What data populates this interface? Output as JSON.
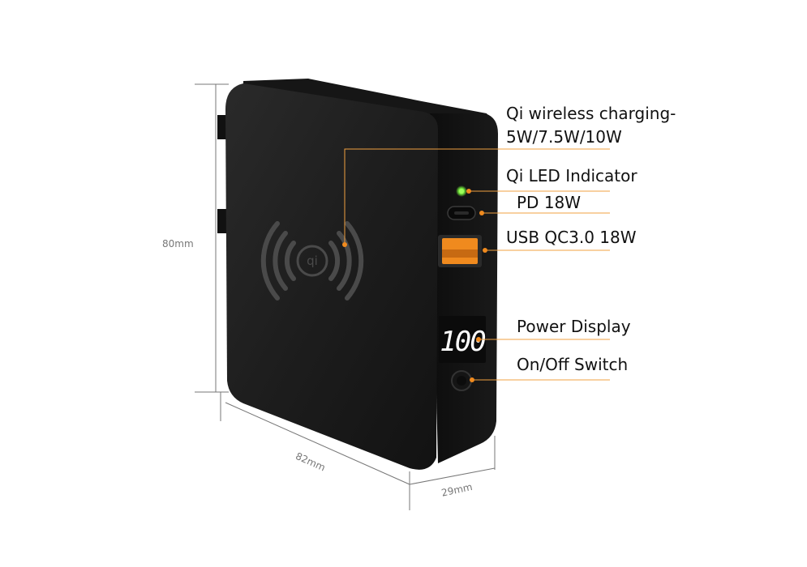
{
  "dimensions": {
    "height": "80mm",
    "width": "82mm",
    "depth": "29mm"
  },
  "callouts": {
    "qi_wireless_line1": "Qi wireless charging-",
    "qi_wireless_line2": "5W/7.5W/10W",
    "qi_led": "Qi LED Indicator",
    "pd": "PD 18W",
    "usb_qc": "USB QC3.0 18W",
    "power_display": "Power Display",
    "on_off": "On/Off Switch"
  },
  "display_readout": "100",
  "colors": {
    "body": "#1c1c1c",
    "callout_line": "#f0a040",
    "usb_port": "#f08a1e",
    "led": "#7cff4a",
    "display_digits": "#ffffff",
    "dimension_lines": "#777777"
  },
  "icons": [
    "qi-wireless-icon",
    "usb-c-port-icon",
    "usb-a-port-icon",
    "power-button-icon"
  ]
}
